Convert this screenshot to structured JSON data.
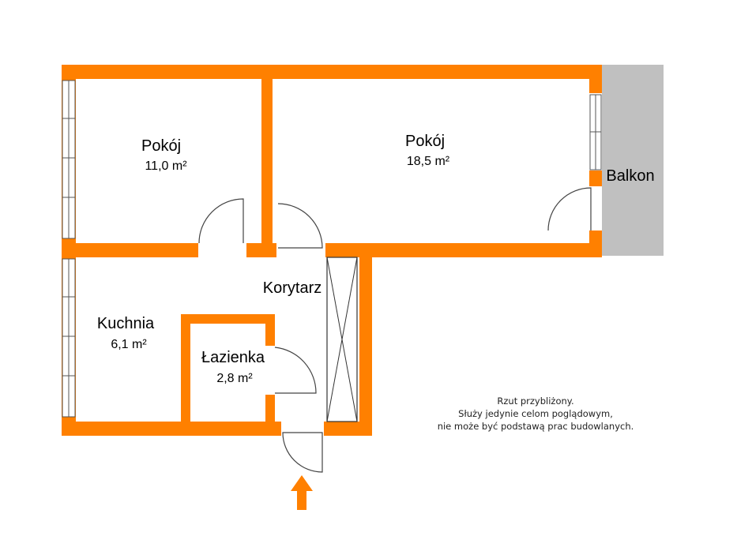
{
  "colors": {
    "wall": "#FF8000",
    "balcony": "#C0C0C0",
    "background": "#FFFFFF",
    "text": "#000000"
  },
  "rooms": [
    {
      "id": "pokoj-small",
      "name": "Pokój",
      "area": "11,0 m²"
    },
    {
      "id": "pokoj-large",
      "name": "Pokój",
      "area": "18,5 m²"
    },
    {
      "id": "kuchnia",
      "name": "Kuchnia",
      "area": "6,1 m²"
    },
    {
      "id": "lazienka",
      "name": "Łazienka",
      "area": "2,8 m²"
    },
    {
      "id": "korytarz",
      "name": "Korytarz",
      "area": ""
    },
    {
      "id": "balkon",
      "name": "Balkon",
      "area": ""
    }
  ],
  "note": {
    "line1": "Rzut przybliżony.",
    "line2": "Służy jedynie celom poglądowym,",
    "line3": "nie może być podstawą prac budowlanych."
  },
  "icons": {
    "entrance": "entrance-arrow-icon",
    "wardrobe": "wardrobe-icon"
  }
}
